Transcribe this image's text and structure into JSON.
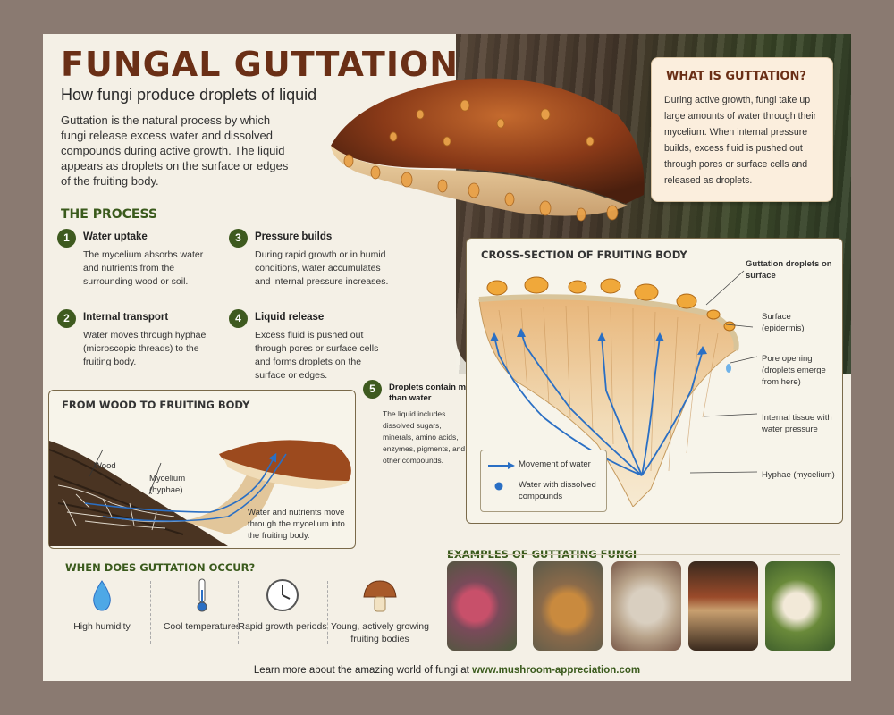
{
  "title": "FUNGAL GUTTATION",
  "subtitle": "How fungi produce droplets of liquid",
  "intro": "Guttation is the natural process by which fungi release excess water and dissolved compounds during active growth. The liquid appears as droplets on the surface or edges of the fruiting body.",
  "process": {
    "heading": "THE PROCESS",
    "steps": [
      {
        "num": "1",
        "title": "Water uptake",
        "desc": "The mycelium absorbs water and nutrients from the surrounding wood or soil."
      },
      {
        "num": "2",
        "title": "Internal transport",
        "desc": "Water moves through hyphae (microscopic threads) to the fruiting body."
      },
      {
        "num": "3",
        "title": "Pressure builds",
        "desc": "During rapid growth or in humid conditions, water accumulates and internal pressure increases."
      },
      {
        "num": "4",
        "title": "Liquid release",
        "desc": "Excess fluid is pushed out through pores or surface cells and forms droplets on the surface or edges."
      },
      {
        "num": "5",
        "title": "Droplets contain more than water",
        "desc": "The liquid includes dissolved sugars, minerals, amino acids, enzymes, pigments, and other compounds."
      }
    ]
  },
  "what_is": {
    "heading": "WHAT IS GUTTATION?",
    "body": "During active growth, fungi take up large amounts of water through their mycelium. When internal pressure builds, excess fluid is pushed out through pores or surface cells and released as droplets."
  },
  "wood_panel": {
    "title": "FROM WOOD TO FRUITING BODY",
    "labels": {
      "wood": "Wood",
      "mycelium": "Mycelium\n(hyphae)",
      "flow": "Water and nutrients move through the mycelium into the fruiting body."
    }
  },
  "cross_section": {
    "title": "CROSS-SECTION OF FRUITING BODY",
    "labels": {
      "droplets": "Guttation droplets on surface",
      "surface": "Surface (epidermis)",
      "pore": "Pore opening (droplets emerge from here)",
      "tissue": "Internal tissue with water pressure",
      "hyphae": "Hyphae (mycelium)"
    },
    "legend": {
      "water": "Movement of water",
      "dissolved": "Water with dissolved compounds"
    }
  },
  "when": {
    "heading": "WHEN DOES GUTTATION OCCUR?",
    "items": [
      {
        "icon": "water-drop-icon",
        "label": "High humidity"
      },
      {
        "icon": "thermometer-icon",
        "label": "Cool temperatures"
      },
      {
        "icon": "clock-icon",
        "label": "Rapid growth periods"
      },
      {
        "icon": "mushroom-icon",
        "label": "Young, actively growing fruiting bodies"
      }
    ]
  },
  "examples": {
    "heading": "EXAMPLES OF GUTTATING FUNGI"
  },
  "footer": {
    "text": "Learn more about the amazing world of fungi at ",
    "link": "www.mushroom-appreciation.com"
  },
  "colors": {
    "title": "#6a2f16",
    "green": "#3a5a1c",
    "background": "#8a7a71",
    "panel": "#f4f0e6",
    "water": "#2a6fc4"
  }
}
